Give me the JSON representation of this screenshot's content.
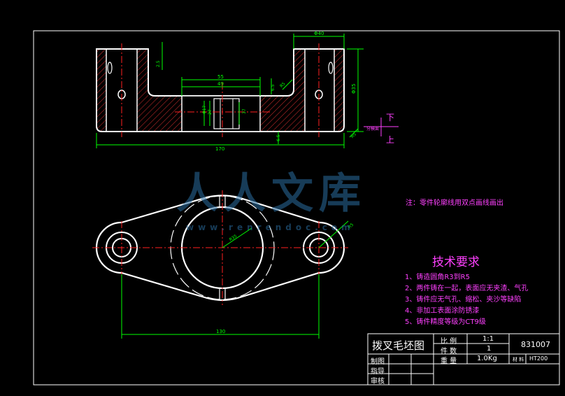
{
  "dimensions": {
    "d_top_right": "Φ40",
    "d_left_top": "2.5",
    "d_55": "55",
    "d_49": "49",
    "d_right_h1": "6.5",
    "d_right_h2": "R5",
    "d_right_tall": "Φ35",
    "d_center_a": "Φ17",
    "d_center_b": "27",
    "d_center_c": "37",
    "d_lower_right": "6.5",
    "d_overall": "170",
    "d_bottom_130": "130",
    "d_r_small": "R5",
    "d_r_center": "R35"
  },
  "side_labels": {
    "down": "下",
    "up": "上",
    "parting": "分模面"
  },
  "note": "注：零件轮廓线用双点画线画出",
  "tech": {
    "title": "技术要求",
    "items": [
      "1、铸造圆角R3到R5",
      "2、两件铸在一起，表面应无夹渣、气孔",
      "3、铸件应无气孔、缩松、夹沙等缺陷",
      "4、非加工表面涂防锈漆",
      "5、铸件精度等级为CT9级"
    ]
  },
  "title_block": {
    "name": "拨叉毛坯图",
    "scale_label": "比 例",
    "scale_value": "1:1",
    "qty_label": "件 数",
    "qty_value": "1",
    "weight_label": "重 量",
    "weight_value": "1.0Kg",
    "code": "831007",
    "material_label": "材 料",
    "material_value": "HT200",
    "draw_label": "制图",
    "guide_label": "指导",
    "review_label": "审核"
  },
  "watermark": {
    "main": "人人文库",
    "url": "www.renrendoc.com"
  },
  "colors": {
    "outline": "#ffffff",
    "dim": "#00ff00",
    "center": "#ff2020",
    "note": "#ff40ff",
    "hatch": "#ff3030",
    "frame": "#ffffff"
  }
}
